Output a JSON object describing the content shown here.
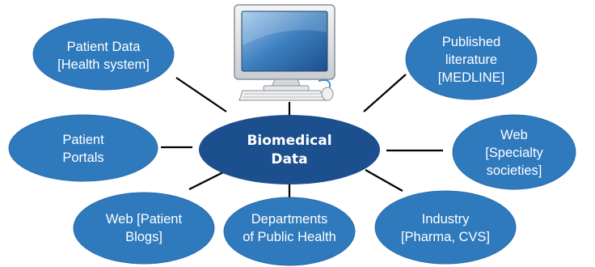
{
  "colors": {
    "node_fill": "#2F79BD",
    "node_stroke": "#2A6DAE",
    "center_fill": "#1B4F8D",
    "connector": "#000000",
    "text": "#ffffff"
  },
  "center": {
    "line1": "Biomedical",
    "line2": "Data"
  },
  "computer_icon": "desktop-computer-icon",
  "nodes": {
    "patient_data": {
      "line1": "Patient Data",
      "line2": "[Health system]"
    },
    "published_literature": {
      "line1": "Published",
      "line2": "literature",
      "line3": "[MEDLINE]"
    },
    "patient_portals": {
      "line1": "Patient",
      "line2": "Portals"
    },
    "web_specialty": {
      "line1": "Web",
      "line2": "[Specialty",
      "line3": "societies]"
    },
    "web_patient_blogs": {
      "line1": "Web [Patient",
      "line2": "Blogs]"
    },
    "departments_public_health": {
      "line1": "Departments",
      "line2": "of Public Health"
    },
    "industry": {
      "line1": "Industry",
      "line2": "[Pharma, CVS]"
    }
  }
}
